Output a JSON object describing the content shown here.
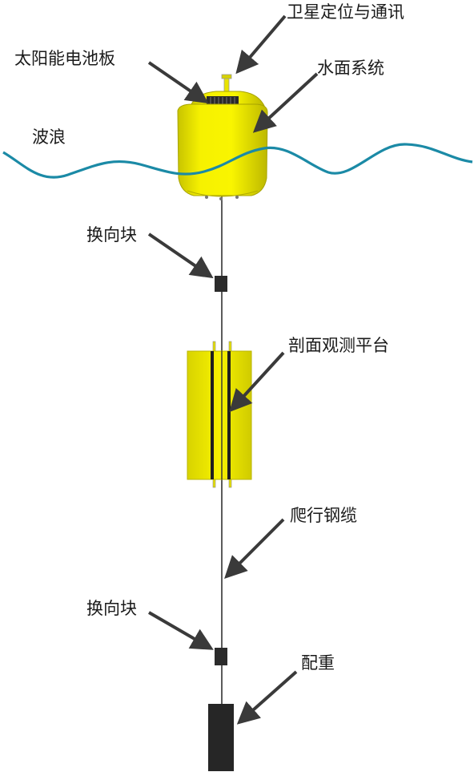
{
  "labels": {
    "satellite": "卫星定位与通讯",
    "solar_panel": "太阳能电池板",
    "water_surface_system": "水面系统",
    "waves": "波浪",
    "reverser_top": "换向块",
    "profiling_platform": "剖面观测平台",
    "climbing_cable": "爬行钢缆",
    "reverser_bottom": "换向块",
    "counterweight": "配重"
  },
  "colors": {
    "wave": "#1b8aa6",
    "buoy_yellow": "#f4f000",
    "buoy_shade": "#c9c400",
    "block": "#2b2b2b",
    "arrow": "#3a3a3a",
    "cable": "#333333"
  }
}
